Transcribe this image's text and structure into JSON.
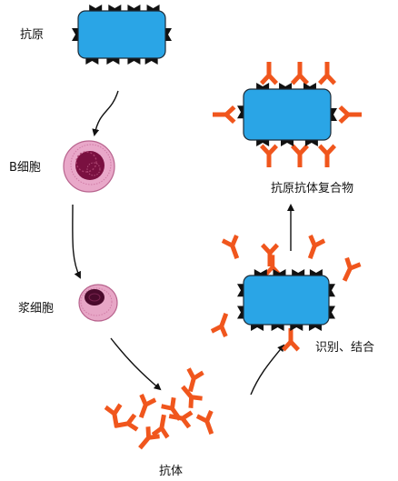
{
  "labels": {
    "antigen": "抗原",
    "b_cell": "B细胞",
    "plasma_cell": "浆细胞",
    "antibody": "抗体",
    "recognize_bind": "识别、结合",
    "complex": "抗原抗体复合物"
  },
  "colors": {
    "antigen_fill": "#2aa5e6",
    "antigen_stroke": "#1c2a36",
    "spike": "#111111",
    "antibody": "#f0561d",
    "b_cell_outer": "#e9a8c9",
    "b_cell_nucleus": "#7a1040",
    "plasma_outer": "#e7a6c6",
    "plasma_nucleus": "#4a0a2c",
    "arrow": "#111111"
  }
}
